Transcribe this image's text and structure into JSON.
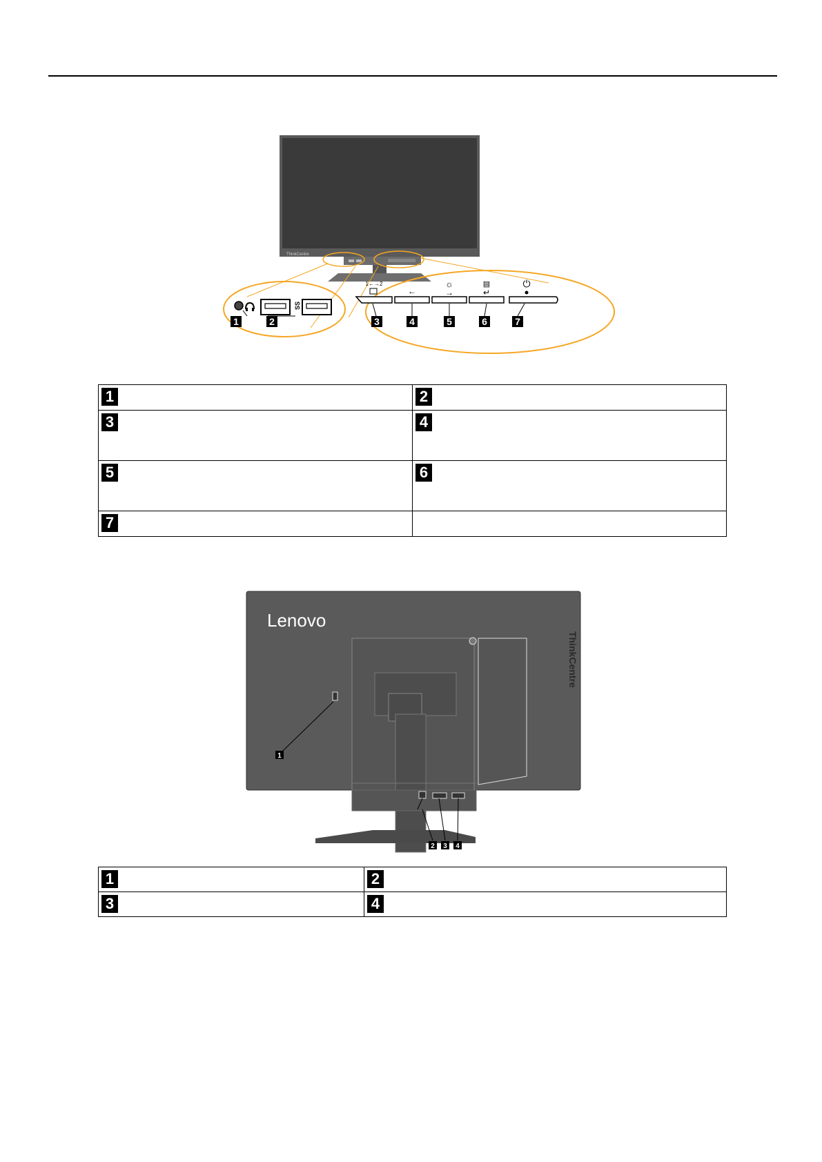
{
  "front_figure": {
    "bezel_logo": "ThinkCentre",
    "callouts": [
      "1",
      "2",
      "3",
      "4",
      "5",
      "6",
      "7"
    ],
    "button_glyphs": {
      "input_select_top": "1←→2",
      "brightness": "☼",
      "left_arrow": "←",
      "right_arrow": "→",
      "menu": "▤",
      "enter": "↵",
      "power": "⏻",
      "usb_ss": "SS"
    },
    "accent_color": "#f5a623"
  },
  "front_table": {
    "rows": [
      [
        {
          "num": "1",
          "text": ""
        },
        {
          "num": "2",
          "text": ""
        }
      ],
      [
        {
          "num": "3",
          "text": ""
        },
        {
          "num": "4",
          "text": ""
        }
      ],
      [
        {
          "num": "5",
          "text": ""
        },
        {
          "num": "6",
          "text": ""
        }
      ],
      [
        {
          "num": "7",
          "text": ""
        },
        {
          "num": "",
          "text": ""
        }
      ]
    ]
  },
  "rear_figure": {
    "brand_logo": "Lenovo",
    "side_logo": "ThinkCentre",
    "callouts": [
      "1",
      "2",
      "3",
      "4"
    ]
  },
  "rear_table": {
    "rows": [
      [
        {
          "num": "1",
          "text": ""
        },
        {
          "num": "2",
          "text": ""
        }
      ],
      [
        {
          "num": "3",
          "text": ""
        },
        {
          "num": "4",
          "text": ""
        }
      ]
    ]
  }
}
